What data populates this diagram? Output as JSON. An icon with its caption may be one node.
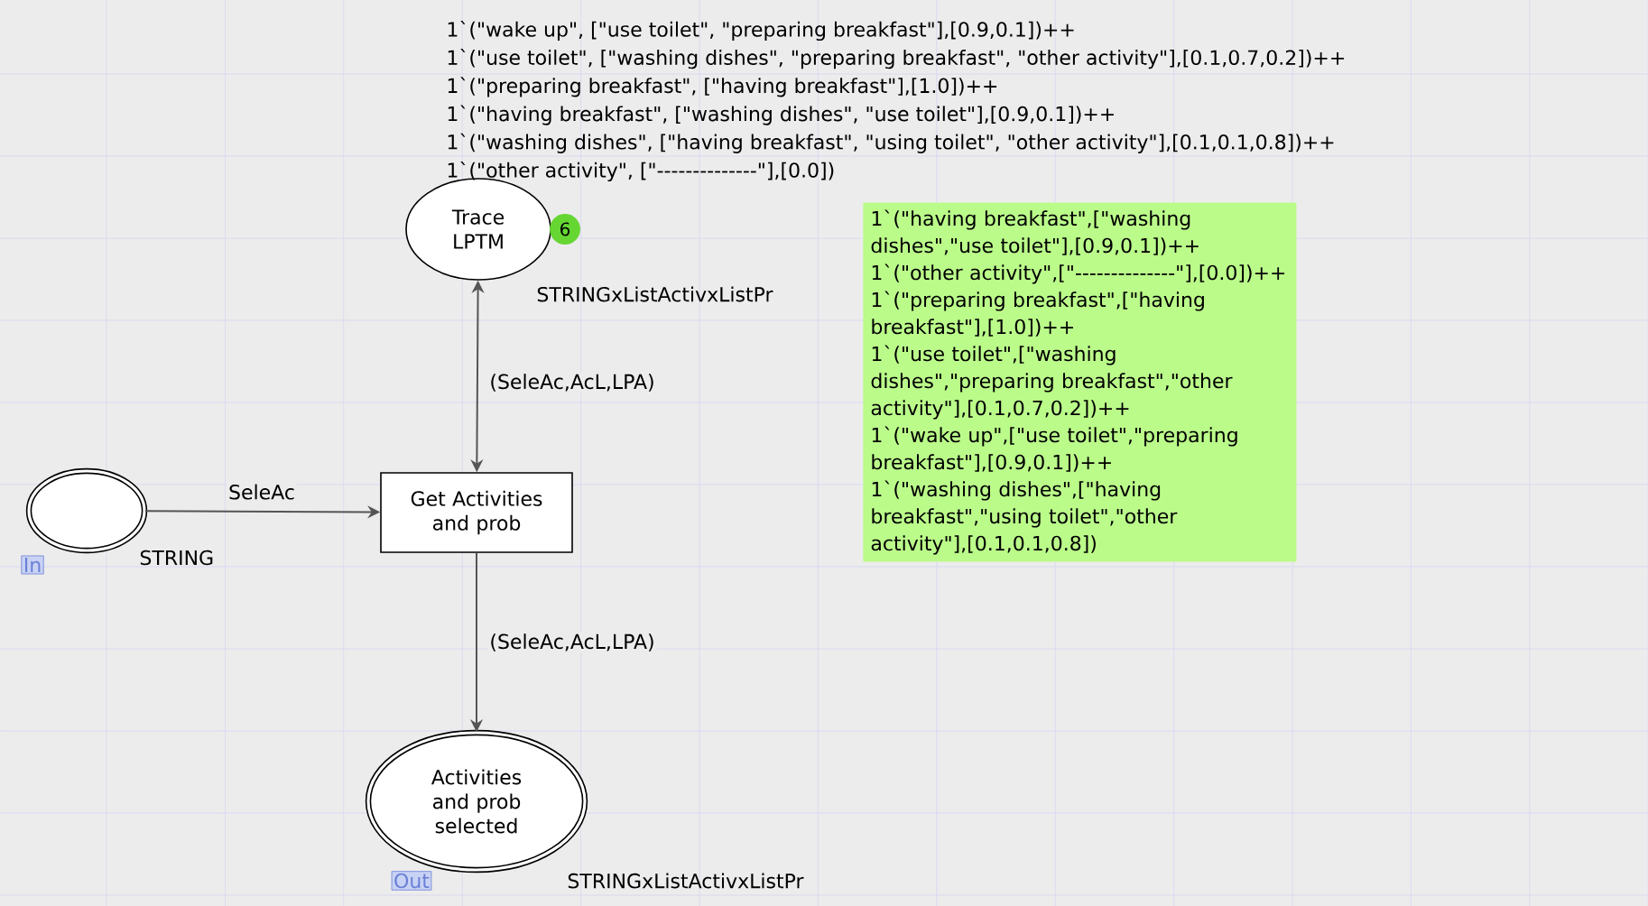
{
  "diagram": {
    "nodes": [
      {
        "text": [
          "Trace LPTM"
        ],
        "beside": [
          "6",
          "STRINGxListActivxListPr"
        ]
      },
      {
        "text": [
          "Get Activities and prob"
        ]
      },
      {
        "text": [],
        "shape": "circle",
        "beside": [
          "In",
          "STRING"
        ]
      },
      {
        "text": [
          "Activities and prob selected"
        ],
        "beside": [
          "Out",
          "STRINGxListActivxListPr"
        ]
      },
      {
        "text": [
          "1`(\"having breakfast\",[\"washing dishes\",\"use toilet\"],[0.9,0.1])++",
          "1`(\"other activity\",[\"--------------\"],[0.0])++",
          "1`(\"preparing breakfast\",[\"having breakfast\"],[1.0])++",
          "1`(\"use toilet\",[\"washing dishes\",\"preparing breakfast\",\"other activity\"],[0.1,0.7,0.2])++",
          "1`(\"wake up\",[\"use toilet\",\"preparing breakfast\"],[0.9,0.1])++",
          "1`(\"washing dishes\",[\"having breakfast\",\"using toilet\",\"other activity\"],[0.1,0.1,0.8])"
        ]
      }
    ],
    "edges": [
      {
        "from": 2,
        "to": 1,
        "arrow": "to",
        "label": "SeleAc"
      },
      {
        "from": 1,
        "to": 0,
        "arrow": "both",
        "label": "(SeleAc,AcL,LPA)"
      },
      {
        "from": 1,
        "to": 3,
        "arrow": "to",
        "label": "(SeleAc,AcL,LPA)"
      }
    ],
    "labels": [
      "1`(\"wake up\", [\"use toilet\", \"preparing breakfast\"],[0.9,0.1])++",
      "1`(\"use toilet\", [\"washing dishes\", \"preparing breakfast\", \"other activity\"],[0.1,0.7,0.2])++",
      "1`(\"preparing breakfast\", [\"having breakfast\"],[1.0])++",
      "1`(\"having breakfast\", [\"washing dishes\", \"use toilet\"],[0.9,0.1])++",
      "1`(\"washing dishes\", [\"having breakfast\", \"using toilet\", \"other activity\"],[0.1,0.1,0.8])++",
      "1`(\"other activity\", [\"--------------\"],[0.0])"
    ]
  }
}
